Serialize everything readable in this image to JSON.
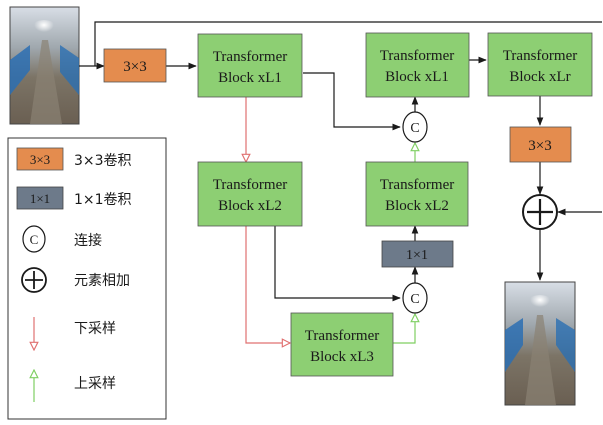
{
  "diagram": {
    "nodes": {
      "conv_in": {
        "label": "3×3",
        "kind": "conv3x3"
      },
      "tb_l1_left": {
        "line1": "Transformer",
        "line2": "Block xL1",
        "kind": "transformer"
      },
      "tb_l2_left": {
        "line1": "Transformer",
        "line2": "Block xL2",
        "kind": "transformer"
      },
      "tb_l3": {
        "line1": "Transformer",
        "line2": "Block xL3",
        "kind": "transformer"
      },
      "tb_l2_right": {
        "line1": "Transformer",
        "line2": "Block xL2",
        "kind": "transformer"
      },
      "tb_l1_right": {
        "line1": "Transformer",
        "line2": "Block xL1",
        "kind": "transformer"
      },
      "tb_lr": {
        "line1": "Transformer",
        "line2": "Block xLr",
        "kind": "transformer"
      },
      "conv_1x1": {
        "label": "1×1",
        "kind": "conv1x1"
      },
      "conv_out": {
        "label": "3×3",
        "kind": "conv3x3"
      },
      "concat_upper": {
        "label": "C",
        "kind": "concat"
      },
      "concat_lower": {
        "label": "C",
        "kind": "concat"
      },
      "add": {
        "kind": "element-add"
      }
    },
    "edges": [
      {
        "from": "input_image",
        "to": "conv_in",
        "style": "black"
      },
      {
        "from": "conv_in",
        "to": "tb_l1_left",
        "style": "black"
      },
      {
        "from": "tb_l1_left",
        "to": "tb_l2_left",
        "style": "downsample"
      },
      {
        "from": "tb_l2_left",
        "to": "tb_l3",
        "style": "downsample"
      },
      {
        "from": "tb_l1_left",
        "to": "concat_upper",
        "style": "black"
      },
      {
        "from": "tb_l2_left",
        "to": "concat_lower",
        "style": "black"
      },
      {
        "from": "tb_l3",
        "to": "concat_lower",
        "style": "upsample"
      },
      {
        "from": "concat_lower",
        "to": "conv_1x1",
        "style": "black"
      },
      {
        "from": "conv_1x1",
        "to": "tb_l2_right",
        "style": "black"
      },
      {
        "from": "tb_l2_right",
        "to": "concat_upper",
        "style": "upsample"
      },
      {
        "from": "concat_upper",
        "to": "tb_l1_right",
        "style": "black"
      },
      {
        "from": "tb_l1_right",
        "to": "tb_lr",
        "style": "black"
      },
      {
        "from": "tb_lr",
        "to": "conv_out",
        "style": "black"
      },
      {
        "from": "conv_out",
        "to": "add",
        "style": "black"
      },
      {
        "from": "input_image",
        "to": "add",
        "style": "black",
        "note": "global skip connection"
      },
      {
        "from": "add",
        "to": "output_image",
        "style": "black"
      }
    ]
  },
  "legend": {
    "items": [
      {
        "symbol": "3×3",
        "label": "3×3卷积",
        "kind": "conv3x3"
      },
      {
        "symbol": "1×1",
        "label": "1×1卷积",
        "kind": "conv1x1"
      },
      {
        "symbol": "C",
        "label": "连接",
        "kind": "concat"
      },
      {
        "symbol": "",
        "label": "元素相加",
        "kind": "element-add"
      },
      {
        "symbol": "",
        "label": "下采样",
        "kind": "downsample-arrow"
      },
      {
        "symbol": "",
        "label": "上采样",
        "kind": "upsample-arrow"
      }
    ]
  },
  "colors": {
    "transformer_fill": "#8dcf73",
    "conv3x3_fill": "#e48c4e",
    "conv1x1_fill": "#6d7a8a",
    "downsample_arrow": "#e07070",
    "upsample_arrow": "#7fcf62",
    "line": "#1a1a1a"
  },
  "images": {
    "input": {
      "description_icon": "tunnel-photo-icon"
    },
    "output": {
      "description_icon": "tunnel-photo-icon"
    }
  }
}
